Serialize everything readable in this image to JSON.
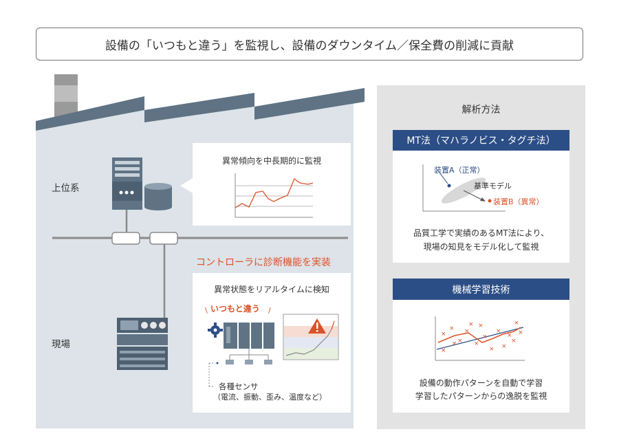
{
  "banner": {
    "text": "設備の「いつもと違う」を監視し、設備のダウンタイム／保全費の削減に貢献"
  },
  "left": {
    "upper_label": "上位系",
    "field_label": "現場",
    "trend_card_title": "異常傾向を中長期的に監視",
    "controller_caption": "コントローラに診断機能を実装",
    "realtime_card_title": "異常状態をリアルタイムに検知",
    "itsumo_tag": "いつもと違う",
    "alert_icon": "warning-triangle-icon",
    "sensor_label": "各種センサ",
    "sensor_types": "（電流、振動、歪み、温度など）"
  },
  "right": {
    "title": "解析方法",
    "mt": {
      "header": "MT法（マハラノビス・タグチ法）",
      "point_a": "装置A（正常）",
      "base_model": "基準モデル",
      "point_b": "装置B（異常）",
      "desc1": "品質工学で実績のあるMT法により、",
      "desc2": "現場の知見をモデル化して監視"
    },
    "ml": {
      "header": "機械学習技術",
      "desc1": "設備の動作パターンを自動で学習",
      "desc2": "学習したパターンからの逸脱を監視"
    }
  },
  "colors": {
    "accent_red": "#d9532a",
    "header_blue": "#2c4e86",
    "building": "#dde3e8",
    "roof": "#5f7385"
  }
}
